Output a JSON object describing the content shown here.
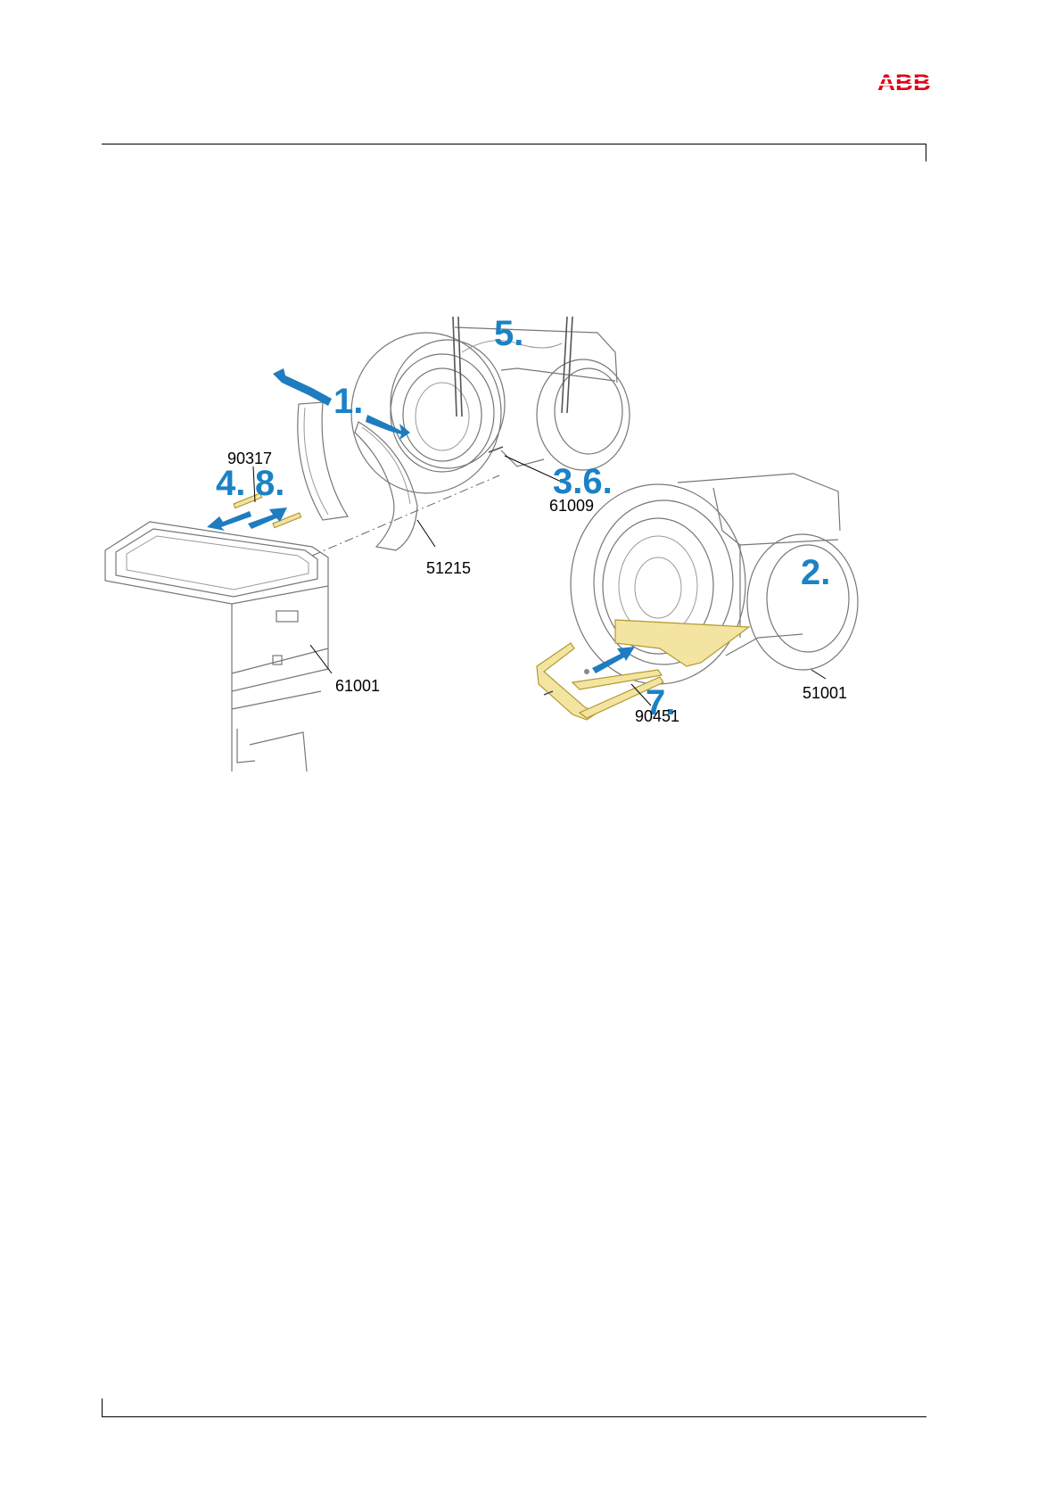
{
  "header": {
    "logo_text": "ABB",
    "logo_color": "#e2001a"
  },
  "figure": {
    "step_color": "#1b82c5",
    "steps": {
      "s1": "1.",
      "s2": "2.",
      "s36": "3.6.",
      "s4": "4.",
      "s5": "5.",
      "s7": "7.",
      "s8": "8."
    },
    "parts": {
      "p90317": "90317",
      "p61009": "61009",
      "p51215": "51215",
      "p61001": "61001",
      "p51001": "51001",
      "p90451": "90451"
    }
  }
}
